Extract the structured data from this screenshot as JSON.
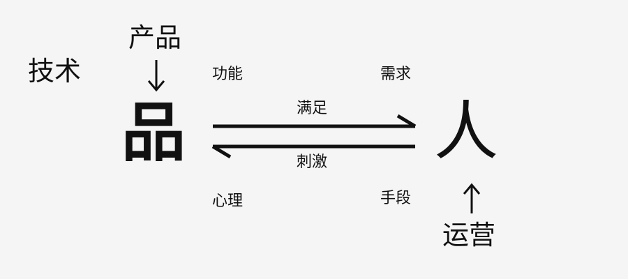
{
  "labels": {
    "technology": "技术",
    "product_role": "产品",
    "product": "品",
    "person": "人",
    "operations": "运营",
    "function": "功能",
    "demand": "需求",
    "satisfy": "满足",
    "stimulate": "刺激",
    "psychology": "心理",
    "means": "手段"
  }
}
